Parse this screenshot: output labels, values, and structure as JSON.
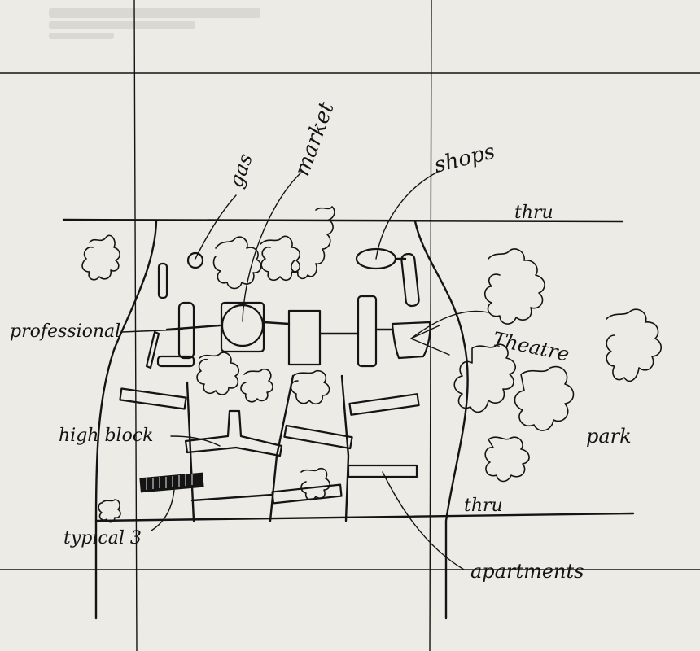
{
  "labels": {
    "gas": "gas",
    "market": "market",
    "shops": "shops",
    "thru_top": "thru",
    "thru_bottom": "thru",
    "professional": "professional",
    "theatre": "Theatre",
    "high_block": "high block",
    "park": "park",
    "typical_3": "typical 3",
    "apartments": "apartments"
  }
}
